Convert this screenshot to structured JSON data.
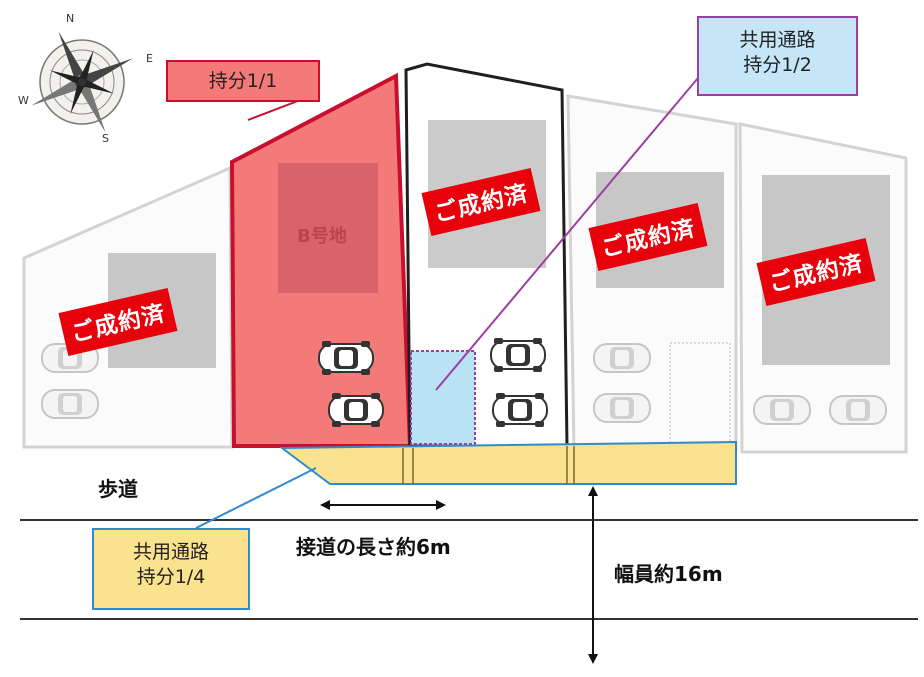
{
  "compass": {
    "n": "N",
    "e": "E",
    "s": "S",
    "w": "W"
  },
  "plot_b": {
    "label": "B号地",
    "share_label": "持分1/1",
    "fill": "#f26b6b",
    "border": "#c8102e"
  },
  "sold_label": "ご成約済",
  "shared_path_half": {
    "line1": "共用通路",
    "line2": "持分1/2",
    "fill": "#b9e2f5",
    "border": "#9c3fa0"
  },
  "shared_path_quarter": {
    "line1": "共用通路",
    "line2": "持分1/4",
    "fill": "#fbe28e",
    "border": "#2f8bcb"
  },
  "sidewalk_label": "歩道",
  "frontage_label": "接道の長さ約6m",
  "road_width_label": "幅員約16m",
  "colors": {
    "sold_red": "#e8000a",
    "lot_gray": "#c8c8c8",
    "line_gray": "#cfcfcf"
  }
}
